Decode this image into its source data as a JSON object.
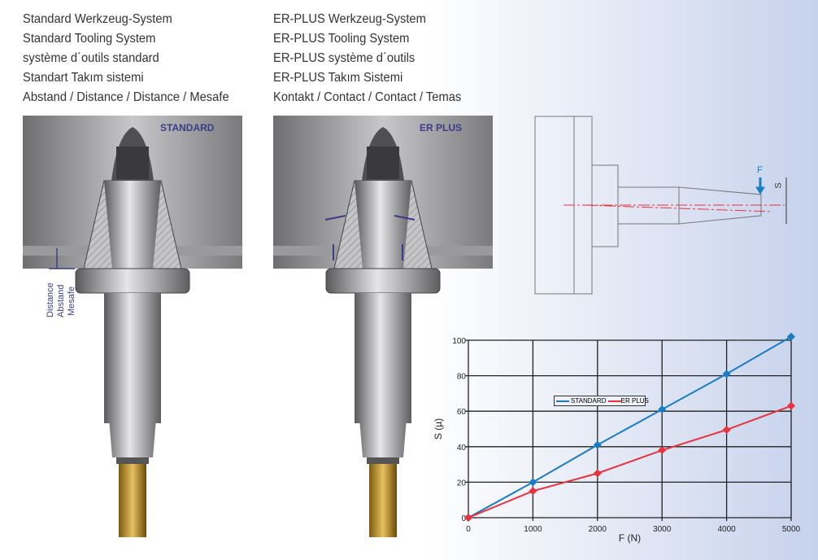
{
  "standard_column": {
    "lines": [
      "Standard Werkzeug-System",
      "Standard Tooling System",
      "système d´outils standard",
      "Standart Takım sistemi",
      "Abstand / Distance / Distance / Mesafe"
    ],
    "image_label": "STANDARD",
    "distance_labels": [
      "Distance",
      "Abstand",
      "Mesafe"
    ]
  },
  "erplus_column": {
    "lines": [
      "ER-PLUS Werkzeug-System",
      "ER-PLUS Tooling System",
      "ER-PLUS système d´outils",
      "ER-PLUS Takım Sistemi",
      "Kontakt / Contact / Contact / Temas"
    ],
    "image_label": "ER PLUS"
  },
  "deflection_diagram": {
    "force_label": "F",
    "deflection_label": "S"
  },
  "colors": {
    "standard": "#1a7cc4",
    "erplus": "#e8323c",
    "label": "#3a3c8a"
  },
  "chart_data": {
    "type": "line",
    "xlabel": "F (N)",
    "ylabel": "S (µ)",
    "x": [
      0,
      1000,
      2000,
      3000,
      4000,
      5000
    ],
    "xticks": [
      "0",
      "1000",
      "2000",
      "3000",
      "4000",
      "5000"
    ],
    "yticks": [
      "0",
      "20",
      "40",
      "60",
      "80",
      "100"
    ],
    "xlim": [
      0,
      5000
    ],
    "ylim": [
      0,
      100
    ],
    "grid": true,
    "legend": "center-left",
    "series": [
      {
        "name": "STANDARD",
        "values": [
          0,
          20,
          41,
          61,
          81,
          102
        ]
      },
      {
        "name": "ER PLUS",
        "values": [
          0,
          15,
          25,
          38,
          49.5,
          63
        ]
      }
    ]
  }
}
